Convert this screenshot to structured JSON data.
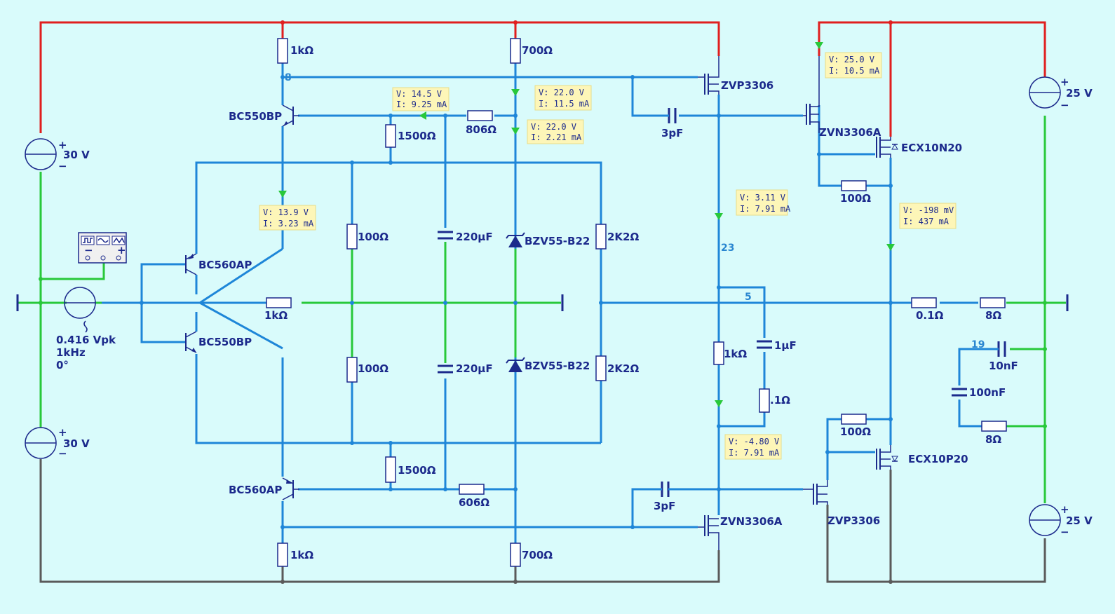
{
  "colors": {
    "background": "#d9fbfb",
    "wire_blue": "#1e86d8",
    "wire_green": "#28c83a",
    "wire_red": "#e01e1e",
    "wire_ground": "#5a5a5a",
    "label": "#1c2a8c",
    "probe_bg": "#fdf6b8"
  },
  "sources": {
    "vcc_left_top": "30 V",
    "vcc_left_bottom": "30 V",
    "vcc_right_top": "25 V",
    "vcc_right_bottom": "25 V",
    "ac_amp": "0.416 Vpk",
    "ac_freq": "1kHz",
    "ac_phase": "0°"
  },
  "resistors": {
    "r1k_top": "1kΩ",
    "r700_top": "700Ω",
    "r1500_top": "1500Ω",
    "r806": "806Ω",
    "r100_a": "100Ω",
    "r100_b": "100Ω",
    "r2k2_a": "2K2Ω",
    "r2k2_b": "2K2Ω",
    "r1k_in": "1kΩ",
    "r1500_bot": "1500Ω",
    "r606": "606Ω",
    "r1k_bot": "1kΩ",
    "r700_bot": "700Ω",
    "r1k_mid": "1kΩ",
    "r01_mid": ".1Ω",
    "r100_out_top": "100Ω",
    "r100_out_bot": "100Ω",
    "r01_out": "0.1Ω",
    "r8_out": "8Ω",
    "r8_zobel": "8Ω"
  },
  "capacitors": {
    "c220_a": "220µF",
    "c220_b": "220µF",
    "c3p_top": "3pF",
    "c3p_bot": "3pF",
    "c1u": "1µF",
    "c10n": "10nF",
    "c100n": "100nF"
  },
  "semis": {
    "q_bc550_top": "BC550BP",
    "q_bc560_in": "BC560AP",
    "q_bc550_in": "BC550BP",
    "q_bc560_bot": "BC560AP",
    "d_zener_top": "BZV55-B22",
    "d_zener_bot": "BZV55-B22",
    "m_zvp_top": "ZVP3306",
    "m_zvn_top": "ZVN3306A",
    "m_ecx_n": "ECX10N20",
    "m_zvn_bot": "ZVN3306A",
    "m_zvp_bot": "ZVP3306",
    "m_ecx_p": "ECX10P20"
  },
  "nodes": {
    "n8": "8",
    "n23": "23",
    "n5": "5",
    "n19": "19"
  },
  "probes": [
    {
      "v": "V: 14.5 V",
      "i": "I: 9.25 mA"
    },
    {
      "v": "V: 22.0 V",
      "i": "I: 11.5 mA"
    },
    {
      "v": "V: 22.0 V",
      "i": "I: 2.21 mA"
    },
    {
      "v": "V: 13.9 V",
      "i": "I: 3.23 mA"
    },
    {
      "v": "V: 3.11 V",
      "i": "I: 7.91 mA"
    },
    {
      "v": "V: 25.0 V",
      "i": "I: 10.5 mA"
    },
    {
      "v": "V: -198 mV",
      "i": "I: 437 mA"
    },
    {
      "v": "V: -4.80 V",
      "i": "I: 7.91 mA"
    }
  ]
}
